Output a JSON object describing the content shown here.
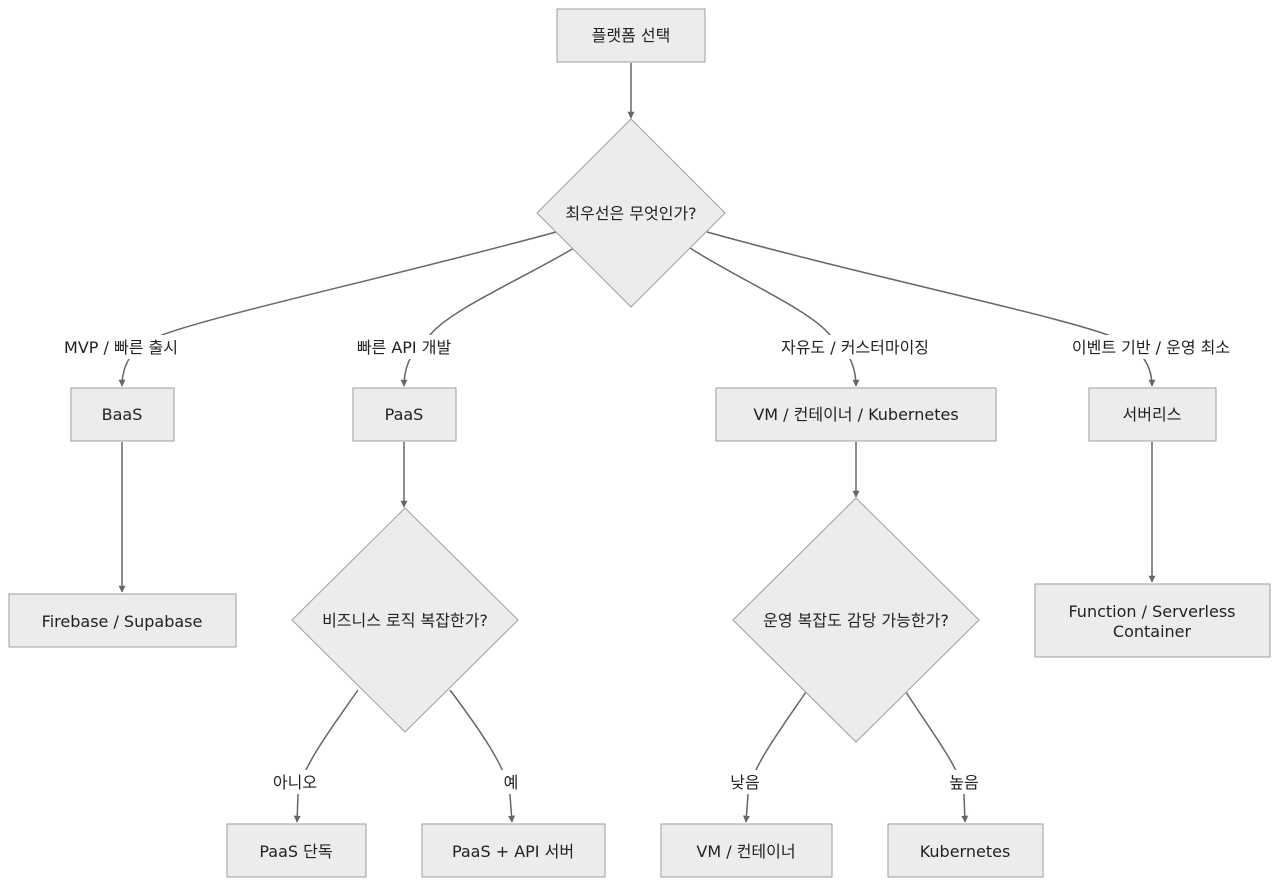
{
  "nodes": {
    "start": "플랫폼 선택",
    "priority": "최우선은 무엇인가?",
    "baas": "BaaS",
    "paas": "PaaS",
    "vm_k8s": "VM / 컨테이너 / Kubernetes",
    "serverless": "서버리스",
    "firebase": "Firebase / Supabase",
    "biz_logic": "비즈니스 로직 복잡한가?",
    "ops_complex": "운영 복잡도 감당 가능한가?",
    "function_line1": "Function / Serverless",
    "function_line2": "Container",
    "paas_only": "PaaS 단독",
    "paas_api": "PaaS + API 서버",
    "vm_container": "VM / 컨테이너",
    "kubernetes": "Kubernetes"
  },
  "edges": {
    "mvp": "MVP / 빠른 출시",
    "fast_api": "빠른 API 개발",
    "freedom": "자유도 / 커스터마이징",
    "event": "이벤트 기반 / 운영 최소",
    "no": "아니오",
    "yes": "예",
    "low": "낮음",
    "high": "높음"
  }
}
